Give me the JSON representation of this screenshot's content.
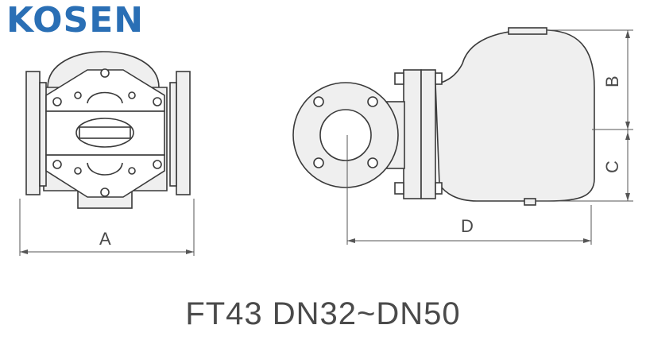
{
  "brand": {
    "logo_text": "KOSEN",
    "logo_color": "#2a6fb5"
  },
  "caption": "FT43 DN32~DN50",
  "dimensions": {
    "a": "A",
    "b": "B",
    "c": "C",
    "d": "D"
  }
}
